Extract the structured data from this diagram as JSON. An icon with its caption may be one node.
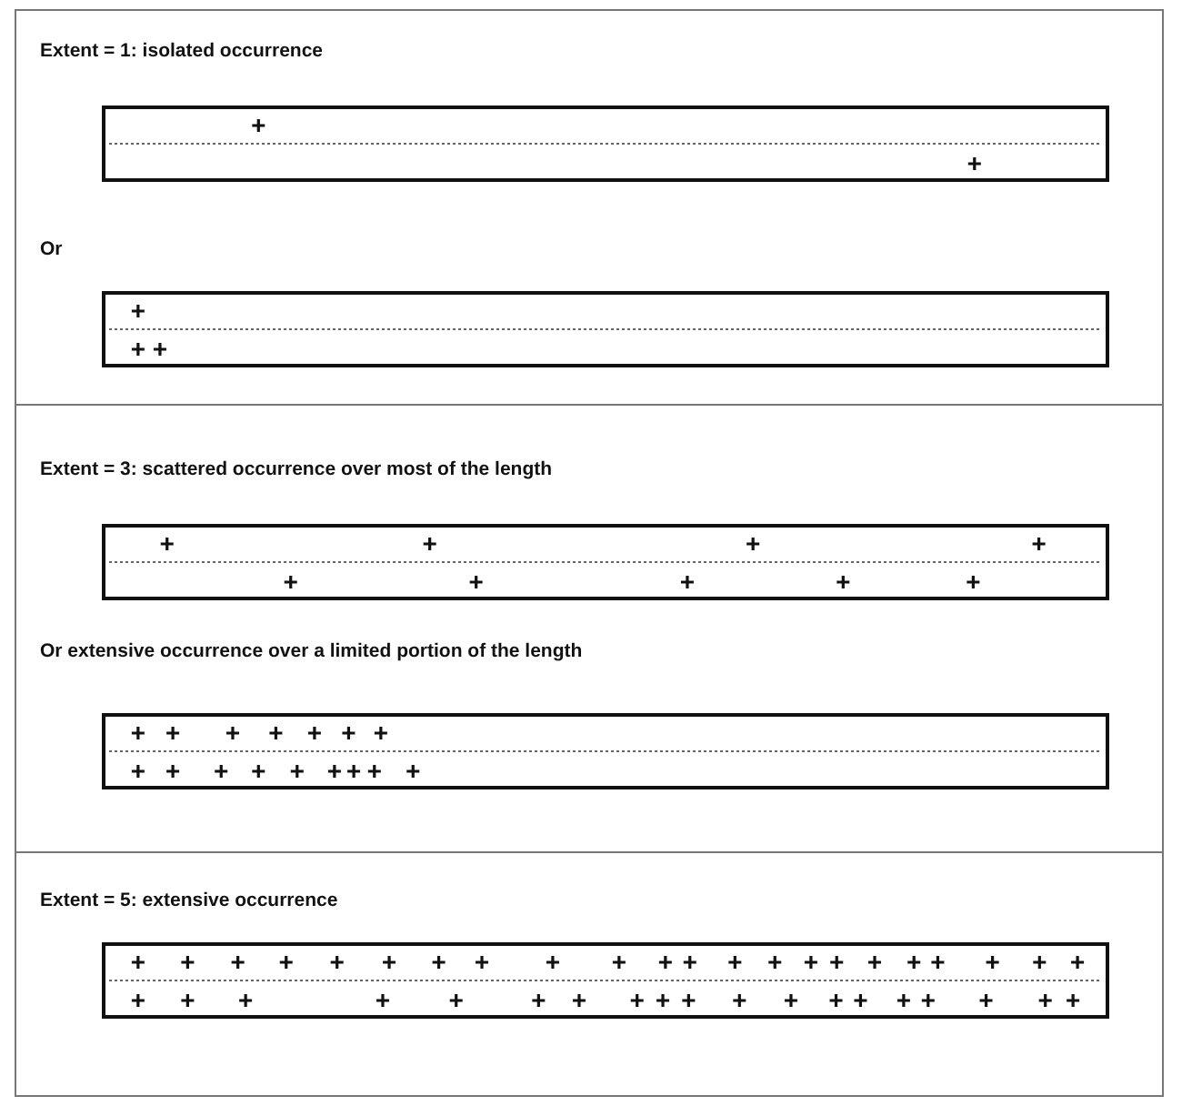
{
  "diagram": {
    "labels": [
      "Extent = 1: isolated occurrence",
      "Or",
      "Extent = 3: scattered occurrence over most of the length",
      "Or extensive occurrence over a limited portion of the length",
      "Extent = 5: extensive occurrence"
    ]
  }
}
